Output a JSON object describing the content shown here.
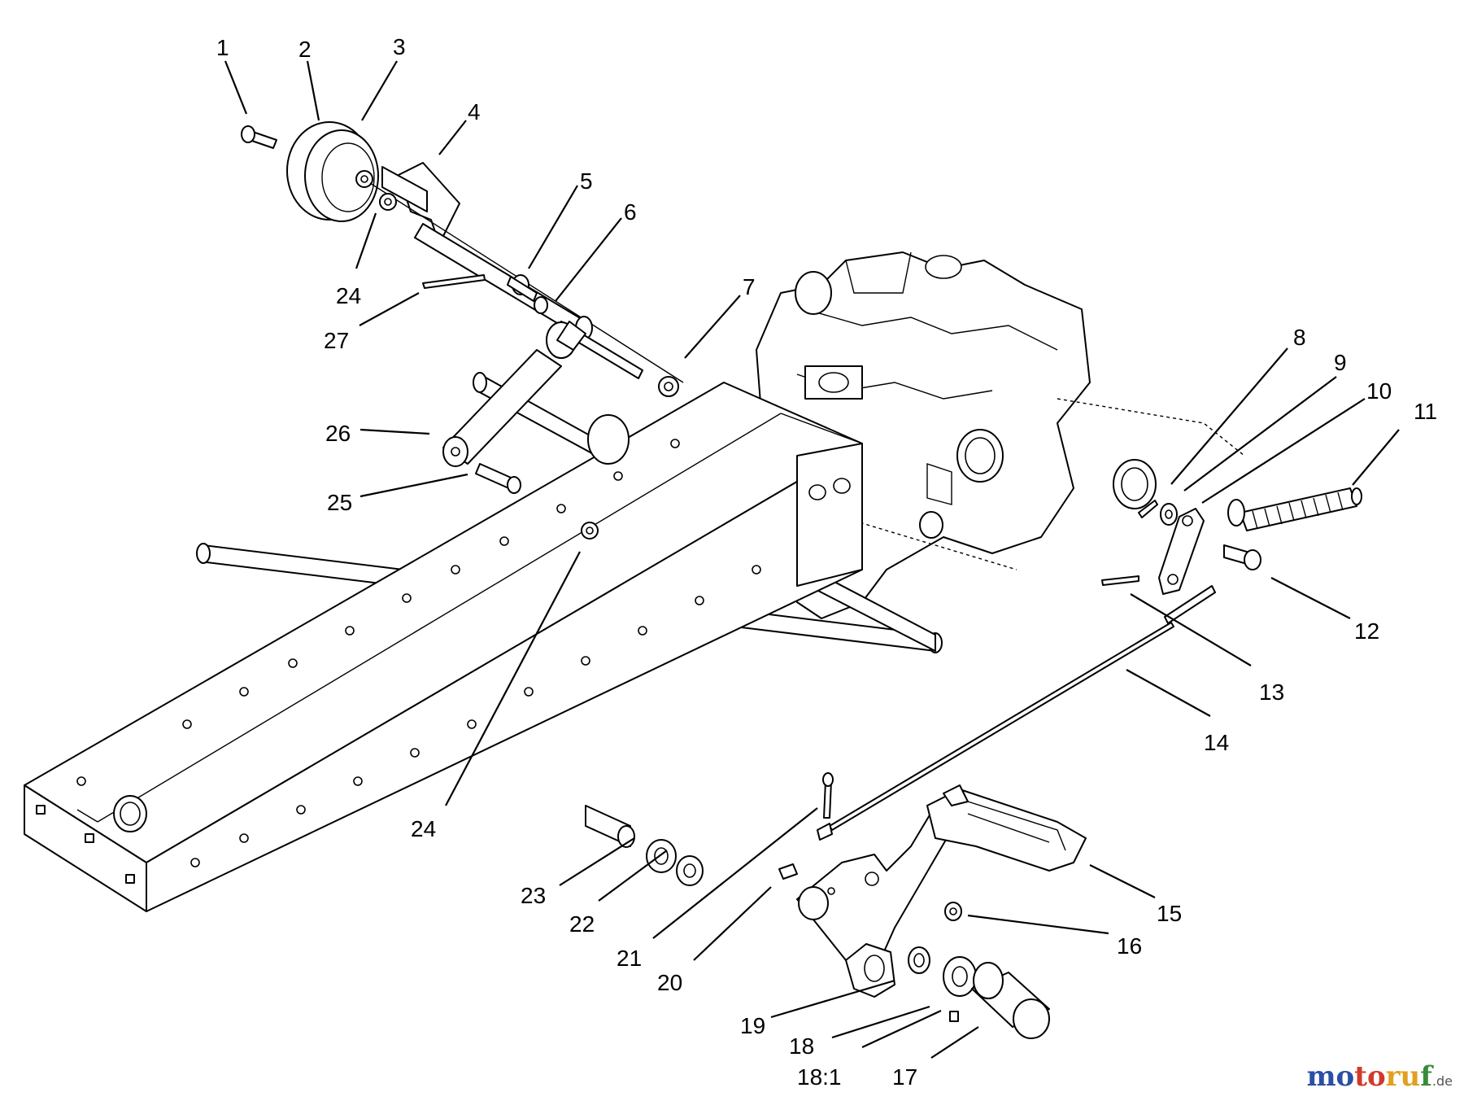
{
  "callouts": [
    {
      "id": "c1",
      "label": "1"
    },
    {
      "id": "c2",
      "label": "2"
    },
    {
      "id": "c3",
      "label": "3"
    },
    {
      "id": "c4",
      "label": "4"
    },
    {
      "id": "c5",
      "label": "5"
    },
    {
      "id": "c6",
      "label": "6"
    },
    {
      "id": "c7",
      "label": "7"
    },
    {
      "id": "c8",
      "label": "8"
    },
    {
      "id": "c9",
      "label": "9"
    },
    {
      "id": "c10",
      "label": "10"
    },
    {
      "id": "c11",
      "label": "11"
    },
    {
      "id": "c12",
      "label": "12"
    },
    {
      "id": "c13",
      "label": "13"
    },
    {
      "id": "c14",
      "label": "14"
    },
    {
      "id": "c15",
      "label": "15"
    },
    {
      "id": "c16",
      "label": "16"
    },
    {
      "id": "c17",
      "label": "17"
    },
    {
      "id": "c18",
      "label": "18"
    },
    {
      "id": "c18_1",
      "label": "18:1"
    },
    {
      "id": "c19",
      "label": "19"
    },
    {
      "id": "c20",
      "label": "20"
    },
    {
      "id": "c21",
      "label": "21"
    },
    {
      "id": "c22",
      "label": "22"
    },
    {
      "id": "c23",
      "label": "23"
    },
    {
      "id": "c24a",
      "label": "24"
    },
    {
      "id": "c24b",
      "label": "24"
    },
    {
      "id": "c25",
      "label": "25"
    },
    {
      "id": "c26",
      "label": "26"
    },
    {
      "id": "c27",
      "label": "27"
    }
  ],
  "watermark": {
    "part1": "mo",
    "part2": "to",
    "part3": "ru",
    "part4": "f",
    "tld": ".de"
  }
}
